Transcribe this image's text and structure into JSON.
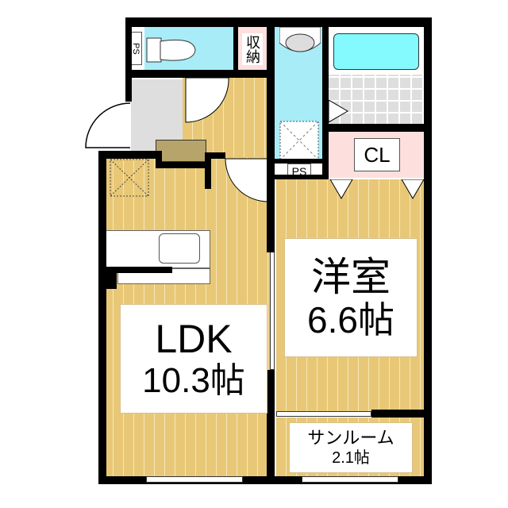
{
  "floorplan": {
    "rooms": {
      "ldk": {
        "name": "LDK",
        "size": "10.3帖"
      },
      "western": {
        "name": "洋室",
        "size": "6.6帖"
      },
      "sunroom": {
        "name": "サンルーム",
        "size": "2.1帖"
      },
      "closet": {
        "name": "CL"
      },
      "storage": {
        "name": "収納"
      },
      "ps_top": {
        "name": "PS"
      },
      "ps_mid": {
        "name": "PS"
      }
    },
    "colors": {
      "floor": "#e8c877",
      "wall": "#000000",
      "water": "#a8ecf8",
      "bathtub": "#84faff",
      "closet": "#fde0dd",
      "entry": "#dedede",
      "shoebox": "#b6a46a"
    }
  }
}
